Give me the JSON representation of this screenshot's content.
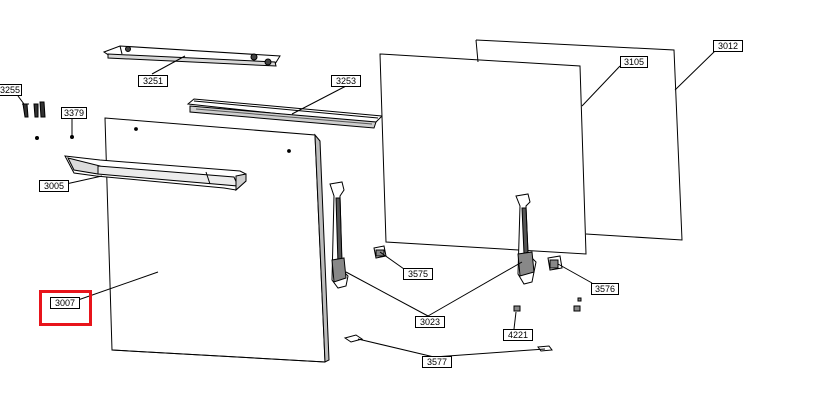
{
  "diagram": {
    "part_labels": [
      "3255",
      "3379",
      "3251",
      "3253",
      "3105",
      "3012",
      "3005",
      "3007",
      "3575",
      "3576",
      "3023",
      "4221",
      "3577"
    ],
    "highlighted_part": "3007",
    "highlight_color": "#e8141b",
    "line_color": "#000000",
    "part_fill": "#ffffff",
    "part_shade": "#9a9a9a"
  }
}
